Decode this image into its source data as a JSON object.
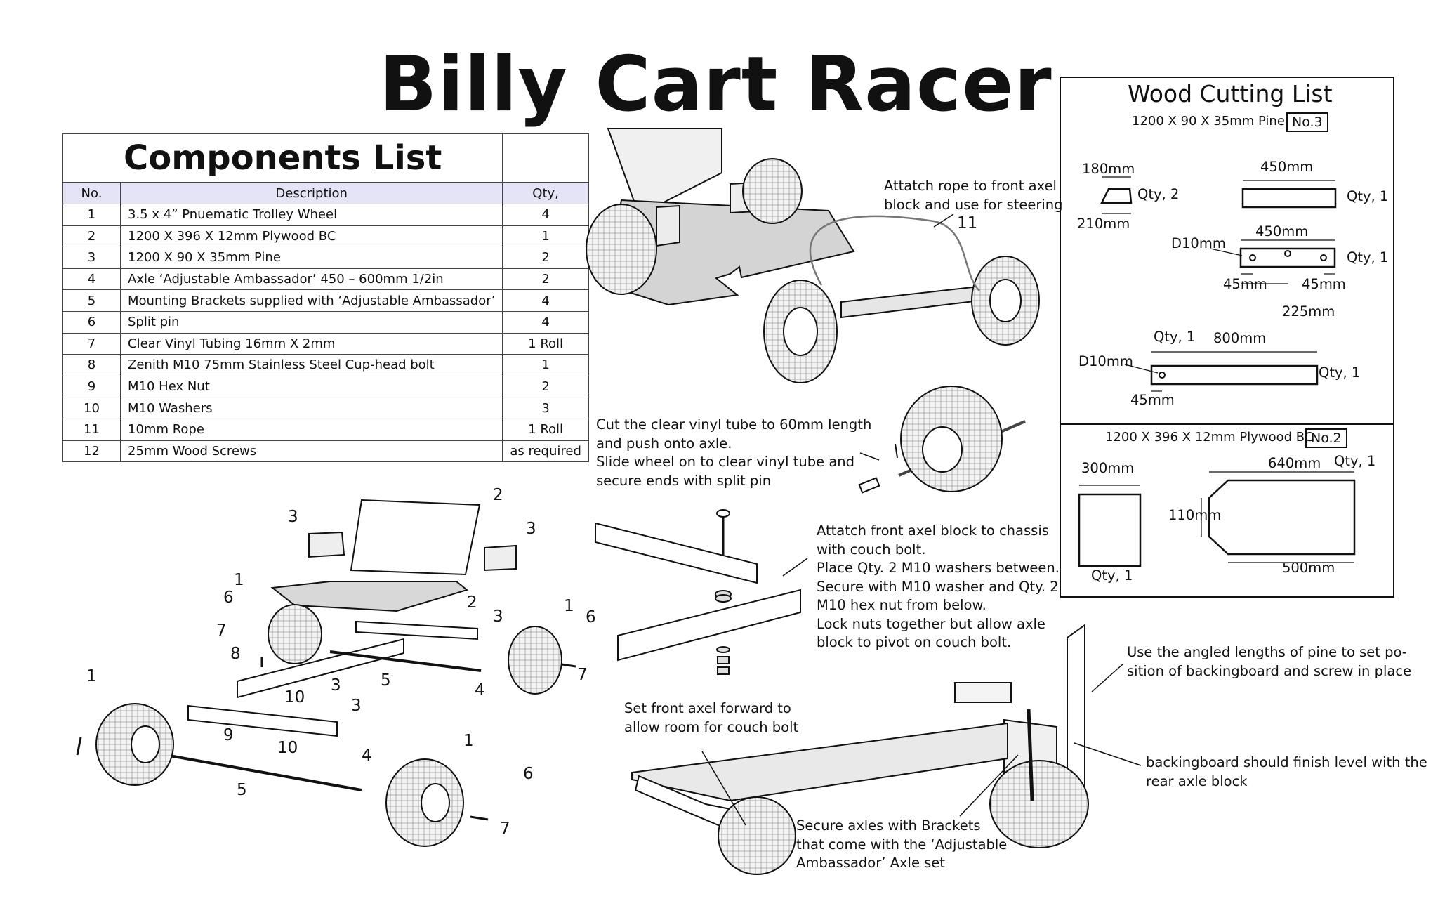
{
  "title": "Billy Cart  Racer",
  "components": {
    "heading": "Components List",
    "columns": [
      "No.",
      "Description",
      "Qty,"
    ],
    "rows": [
      {
        "no": "1",
        "desc": "3.5 x 4” Pnuematic Trolley Wheel",
        "qty": "4"
      },
      {
        "no": "2",
        "desc": "1200 X 396 X 12mm Plywood BC",
        "qty": "1"
      },
      {
        "no": "3",
        "desc": "1200 X 90 X 35mm Pine",
        "qty": "2"
      },
      {
        "no": "4",
        "desc": "Axle ‘Adjustable Ambassador’ 450 – 600mm 1/2in",
        "qty": "2"
      },
      {
        "no": "5",
        "desc": "Mounting Brackets supplied with ‘Adjustable Ambassador’",
        "qty": "4"
      },
      {
        "no": "6",
        "desc": "Split pin",
        "qty": "4"
      },
      {
        "no": "7",
        "desc": "Clear Vinyl Tubing 16mm X 2mm",
        "qty": "1 Roll"
      },
      {
        "no": "8",
        "desc": "Zenith M10 75mm Stainless Steel Cup-head bolt",
        "qty": "1"
      },
      {
        "no": "9",
        "desc": "M10 Hex Nut",
        "qty": "2"
      },
      {
        "no": "10",
        "desc": "M10 Washers",
        "qty": "3"
      },
      {
        "no": "11",
        "desc": "10mm Rope",
        "qty": "1 Roll"
      },
      {
        "no": "12",
        "desc": "25mm Wood Screws",
        "qty": "as required"
      }
    ]
  },
  "wood_cutting": {
    "heading": "Wood Cutting List",
    "pine_spec": "1200 X 90 X 35mm Pine",
    "pine_tag": "No.3",
    "pine_parts": {
      "angled_top": "180mm",
      "angled_bottom": "210mm",
      "angled_qty": "Qty, 2",
      "plain_len": "450mm",
      "plain_qty": "Qty, 1",
      "drilled_len": "450mm",
      "drilled_hole": "D10mm",
      "drilled_qty": "Qty, 1",
      "drilled_left": "45mm",
      "drilled_right": "45mm",
      "drilled_mid": "225mm",
      "long_qty_top": "Qty, 1",
      "long_len": "800mm",
      "long_hole": "D10mm",
      "long_offset": "45mm",
      "long_qty": "Qty, 1"
    },
    "ply_spec": "1200 X 396 X 12mm Plywood BC",
    "ply_tag": "No.2",
    "ply_parts": {
      "back_w": "300mm",
      "back_qty": "Qty, 1",
      "base_len": "640mm",
      "base_qty": "Qty, 1",
      "base_taper": "110mm",
      "base_bottom": "500mm"
    }
  },
  "notes": {
    "rope": [
      "Attatch rope to front axel",
      "block and use for steering"
    ],
    "rope_num": "11",
    "tube": [
      "Cut the clear vinyl tube to 60mm length",
      "and push onto axle.",
      "Slide wheel on to clear vinyl tube and",
      "secure ends with split pin"
    ],
    "bolt": [
      "Attatch front axel block to chassis",
      "with couch bolt.",
      "Place Qty. 2 M10 washers between.",
      "Secure with M10 washer and Qty. 2",
      "M10 hex nut from below.",
      "Lock nuts together but allow axle",
      "block to pivot on couch bolt."
    ],
    "angled": [
      "Use the angled lengths of pine to set po-",
      "sition of backingboard and screw in place"
    ],
    "forward": [
      "Set front axel forward to",
      "allow room for couch bolt"
    ],
    "level": [
      "backingboard should finish level with the",
      "rear axle block"
    ],
    "brackets": [
      "Secure axles with Brackets",
      "that come with the ‘Adjustable",
      "Ambassador’ Axle set"
    ]
  },
  "exploded_callouts": [
    "1",
    "1",
    "1",
    "1",
    "2",
    "2",
    "3",
    "3",
    "3",
    "3",
    "3",
    "4",
    "4",
    "5",
    "5",
    "6",
    "6",
    "6",
    "7",
    "7",
    "7",
    "8",
    "9",
    "10",
    "10"
  ],
  "colors": {
    "line": "#111111",
    "panel": "#e6e6e6",
    "header_fill": "#e4e4f6"
  }
}
